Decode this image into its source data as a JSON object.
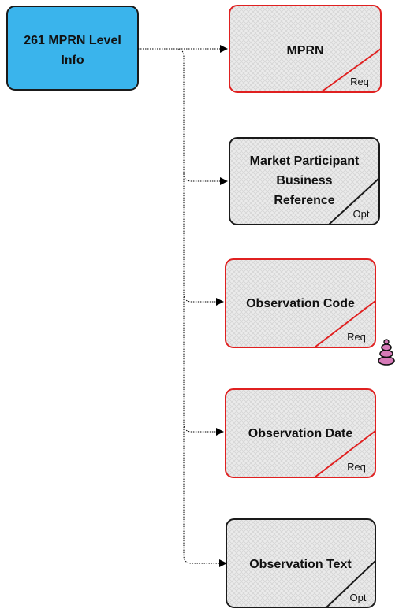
{
  "root": {
    "label_line1": "261 MPRN Level",
    "label_line2": "Info",
    "color": "#3ab4ec"
  },
  "children": [
    {
      "lines": [
        "MPRN"
      ],
      "tag": "Req",
      "required": true
    },
    {
      "lines": [
        "Market Participant",
        "Business",
        "Reference"
      ],
      "tag": "Opt",
      "required": false
    },
    {
      "lines": [
        "Observation Code"
      ],
      "tag": "Req",
      "required": true,
      "marker_icon": "stacked-rings-icon"
    },
    {
      "lines": [
        "Observation Date"
      ],
      "tag": "Req",
      "required": true
    },
    {
      "lines": [
        "Observation Text"
      ],
      "tag": "Opt",
      "required": false
    }
  ],
  "colors": {
    "required_border": "#e02020",
    "optional_border": "#1a1a1a",
    "box_fill": "#e8e8e8",
    "connector": "#000000"
  }
}
